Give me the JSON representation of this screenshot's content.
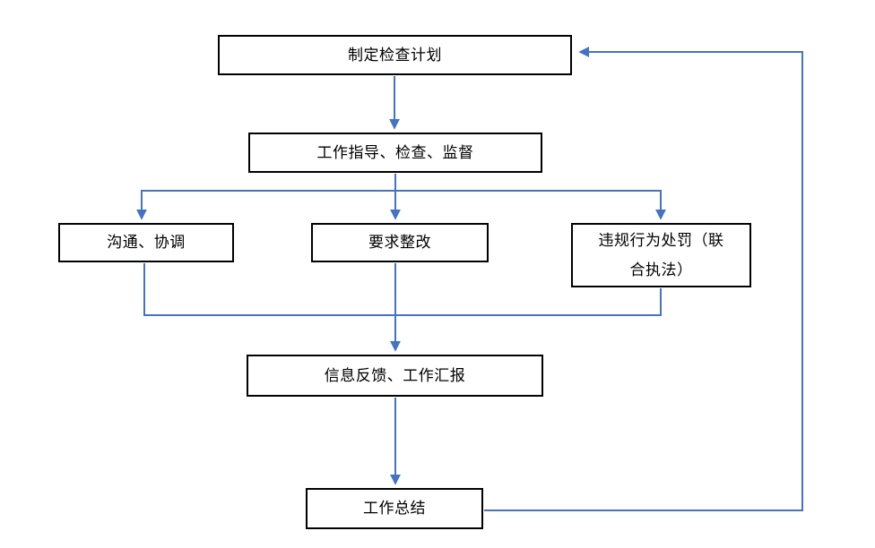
{
  "diagram": {
    "type": "flowchart",
    "accent_color": "#4472C4",
    "box_border_color": "#000000",
    "background_color": "#ffffff",
    "nodes": {
      "plan": {
        "label": "制定检查计划"
      },
      "guide": {
        "label": "工作指导、检查、监督"
      },
      "communicate": {
        "label": "沟通、协调"
      },
      "rectify": {
        "label": "要求整改"
      },
      "punish": {
        "label": "违规行为处罚（联合执法）"
      },
      "feedback": {
        "label": "信息反馈、工作汇报"
      },
      "summary": {
        "label": "工作总结"
      }
    },
    "edges": [
      {
        "from": "plan",
        "to": "guide",
        "arrow": true
      },
      {
        "from": "guide",
        "to": "communicate",
        "arrow": true
      },
      {
        "from": "guide",
        "to": "rectify",
        "arrow": true
      },
      {
        "from": "guide",
        "to": "punish",
        "arrow": true
      },
      {
        "from": "communicate",
        "to": "feedback",
        "arrow": false,
        "note": "merges into collector line"
      },
      {
        "from": "rectify",
        "to": "feedback",
        "arrow": true
      },
      {
        "from": "punish",
        "to": "feedback",
        "arrow": false,
        "note": "merges into collector line"
      },
      {
        "from": "feedback",
        "to": "summary",
        "arrow": true
      },
      {
        "from": "summary",
        "to": "plan",
        "arrow": true,
        "note": "feedback loop along right side"
      }
    ]
  }
}
